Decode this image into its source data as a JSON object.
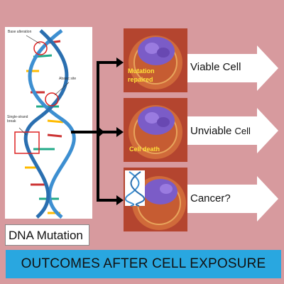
{
  "dna_panel": {
    "caption": "DNA Mutation",
    "small_labels": {
      "top": "Base alteration",
      "middle": "Abasic site",
      "lower": "Single-strand break"
    }
  },
  "outcomes": [
    {
      "image_overlay": "Mutation repaired",
      "label_main": "Viable Cell",
      "label_suffix": ""
    },
    {
      "image_overlay": "Cell death",
      "label_main": "Unviable",
      "label_suffix": "Cell"
    },
    {
      "image_overlay": "",
      "label_main": "Cancer?",
      "label_suffix": ""
    }
  ],
  "banner": {
    "title": "OUTCOMES AFTER CELL EXPOSURE"
  },
  "colors": {
    "background": "#d79a9e",
    "banner": "#29a7e0",
    "arrow_fill": "#ffffff",
    "overlay_text": "#ffe23a",
    "helix_strand": "#3d8fd1"
  }
}
